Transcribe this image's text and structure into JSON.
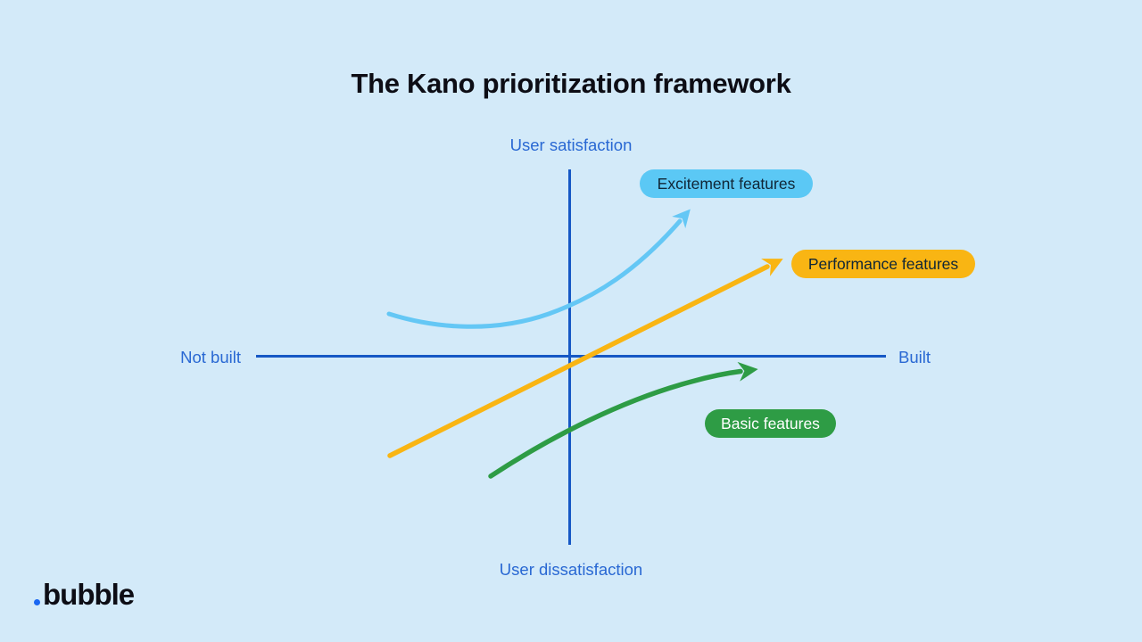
{
  "title": "The Kano prioritization framework",
  "axes": {
    "top_label": "User satisfaction",
    "bottom_label": "User dissatisfaction",
    "left_label": "Not built",
    "right_label": "Built"
  },
  "colors": {
    "background": "#D3EAF9",
    "axis_line": "#1658C5",
    "axis_label_text": "#2968D3",
    "title_text": "#0D0D15",
    "excitement": "#64C7F5",
    "performance": "#F9B513",
    "basic": "#2E9C45",
    "pill_dark_text": "#102636",
    "pill_light_text": "#FFFFFF",
    "logo_dot": "#1A67F2",
    "logo_text": "#0D0D15"
  },
  "curves": [
    {
      "id": "excitement",
      "label": "Excitement features",
      "color": "#64C7F5",
      "pill_bg": "#5BC8F5",
      "pill_text_color": "#102636",
      "shape": "convex rising curve with arrow, upper quadrants"
    },
    {
      "id": "performance",
      "label": "Performance features",
      "color": "#F9B513",
      "pill_bg": "#F9B513",
      "pill_text_color": "#102636",
      "shape": "straight diagonal line with arrow through origin"
    },
    {
      "id": "basic",
      "label": "Basic features",
      "color": "#2E9C45",
      "pill_bg": "#2E9C45",
      "pill_text_color": "#FFFFFF",
      "shape": "concave flattening curve with arrow, lower-right quadrant"
    }
  ],
  "logo": {
    "dot": "",
    "text": "bubble"
  }
}
